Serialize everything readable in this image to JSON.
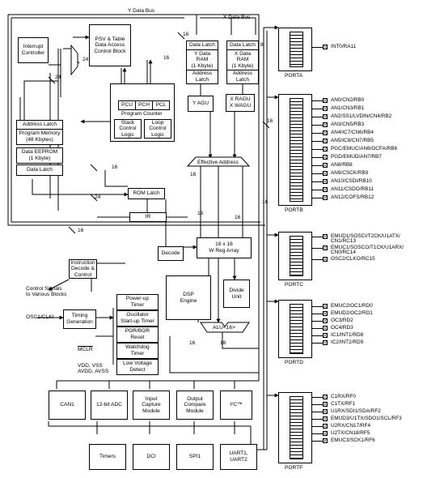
{
  "buses": {
    "y": "Y Data Bus",
    "x": "X Data Bus"
  },
  "widths": {
    "w16": "16",
    "w24": "24",
    "w8": "8"
  },
  "blocks": {
    "interrupt": "Interrupt\nController",
    "psv": "PSV & Table\nData Access\nControl Block",
    "y_latch": "Data Latch",
    "y_ram": "Y Data\nRAM\n(1 Kbyte)",
    "y_addr": "Address\nLatch",
    "x_latch": "Data Latch",
    "x_ram": "X Data\nRAM\n(1 Kbyte)",
    "x_addr": "Address\nLatch",
    "y_agu": "Y AGU",
    "x_agu": "X RAGU\nX WAGU",
    "pcu": "PCU",
    "pch": "PCH",
    "pcl": "PCL",
    "program_counter": "Program Counter",
    "stack": "Stack\nControl\nLogic",
    "loop": "Loop\nControl\nLogic",
    "pm_addr": "Address Latch",
    "pm": "Program Memory\n(48 Kbytes)",
    "eeprom": "Data EEPROM\n(1 Kbyte)",
    "pm_data": "Data Latch",
    "ea": "Effective Address",
    "rom": "ROM Latch",
    "ir": "IR",
    "decode": "Decode",
    "wreg": "16 x 16\nW Reg Array",
    "idc": "Instruction\nDecode &\nControl",
    "timing": "Timing\nGeneration",
    "pwrup": "Power-up\nTimer",
    "osc_timer": "Oscillator\nStart-up Timer",
    "por": "POR/BOR\nReset",
    "wdt": "Watchdog\nTimer",
    "lvd": "Low Voltage\nDetect",
    "dsp": "DSP\nEngine",
    "divide": "Divide\nUnit",
    "alu": "ALU<16>",
    "can1": "CAN1",
    "adc": "12-bit ADC",
    "ic": "Input\nCapture\nModule",
    "oc": "Output\nCompare\nModule",
    "i2c": "I²C™",
    "timers": "Timers",
    "dci": "DCI",
    "spi1": "SPI1",
    "uart": "UART1,\nUART2"
  },
  "signals": {
    "control": "Control Signals\nto Various Blocks",
    "osc1": "OSC1/CLKI",
    "mclr": "MCLR",
    "power": "VDD, VSS\nAVDD, AVSS"
  },
  "ports": [
    {
      "name": "PORTA",
      "pins": [
        "INT0/RA11"
      ]
    },
    {
      "name": "PORTB",
      "pins": [
        "AN0/CN2/RB0",
        "AN1/CN3/RB1",
        "AN2/SS1/LVDIN/CN4/RB2",
        "AN3/CN5/RB3",
        "AN4/IC7/CN6/RB4",
        "AN5/IC8/CN7/RB5",
        "PGC/EMUC/AN6/OCFA/RB6",
        "PGD/EMUD/AN7/RB7",
        "AN8/RB8",
        "AN9/CSCK/RB9",
        "AN10/CSDI/RB10",
        "AN11/CSDO/RB11",
        "AN12/COFS/RB12"
      ]
    },
    {
      "name": "PORTC",
      "pins": [
        "EMUD1/SOSCI/T2CK/U1ATX/\nCN1/RC13",
        "EMUC1/SOSCO/T1CK/U1ARX/\nCN0/RC14",
        "OSC2/CLKO/RC15"
      ]
    },
    {
      "name": "PORTD",
      "pins": [
        "EMUC2/OC1/RD0",
        "EMUD2/OC2/RD1",
        "OC3/RD2",
        "OC4/RD3",
        "IC1/INT1/RD8",
        "IC2/INT2/RD9"
      ]
    },
    {
      "name": "PORTF",
      "pins": [
        "C1RX/RF0",
        "C1TX/RF1",
        "U1RX/SDI1/SDA/RF2",
        "EMUD3/U1TX/SDO1/SCL/RF3",
        "U2RX/CN17/RF4",
        "U2TX/CN18/RF5",
        "EMUC3/SCK1/RF6"
      ]
    }
  ]
}
